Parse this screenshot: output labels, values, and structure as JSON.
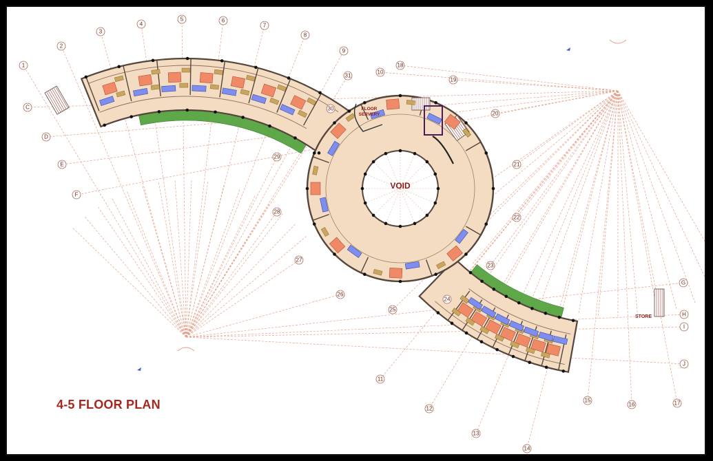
{
  "title": "4-5 FLOOR PLAN",
  "rooms": {
    "void": "VOID",
    "floor_servery_1": "FLOOR",
    "floor_servery_2": "SERVERY",
    "store": "STORE"
  },
  "grid_numbers": [
    "1",
    "2",
    "3",
    "4",
    "5",
    "6",
    "7",
    "8",
    "9",
    "10",
    "11",
    "12",
    "13",
    "14",
    "15",
    "16",
    "17",
    "18",
    "19",
    "20",
    "21",
    "22",
    "23",
    "24",
    "25",
    "26",
    "27",
    "28",
    "29",
    "30",
    "31"
  ],
  "grid_letters": [
    "C",
    "D",
    "E",
    "F",
    "G",
    "H",
    "I",
    "J"
  ],
  "colors": {
    "floor": "#f3dcc2",
    "wall": "#55453a",
    "bed": "#f08a66",
    "bath": "#7d8ef0",
    "furniture": "#c9a560",
    "garden": "#5fa84a",
    "grid_line": "#e6a08a",
    "title": "#a5281e"
  }
}
